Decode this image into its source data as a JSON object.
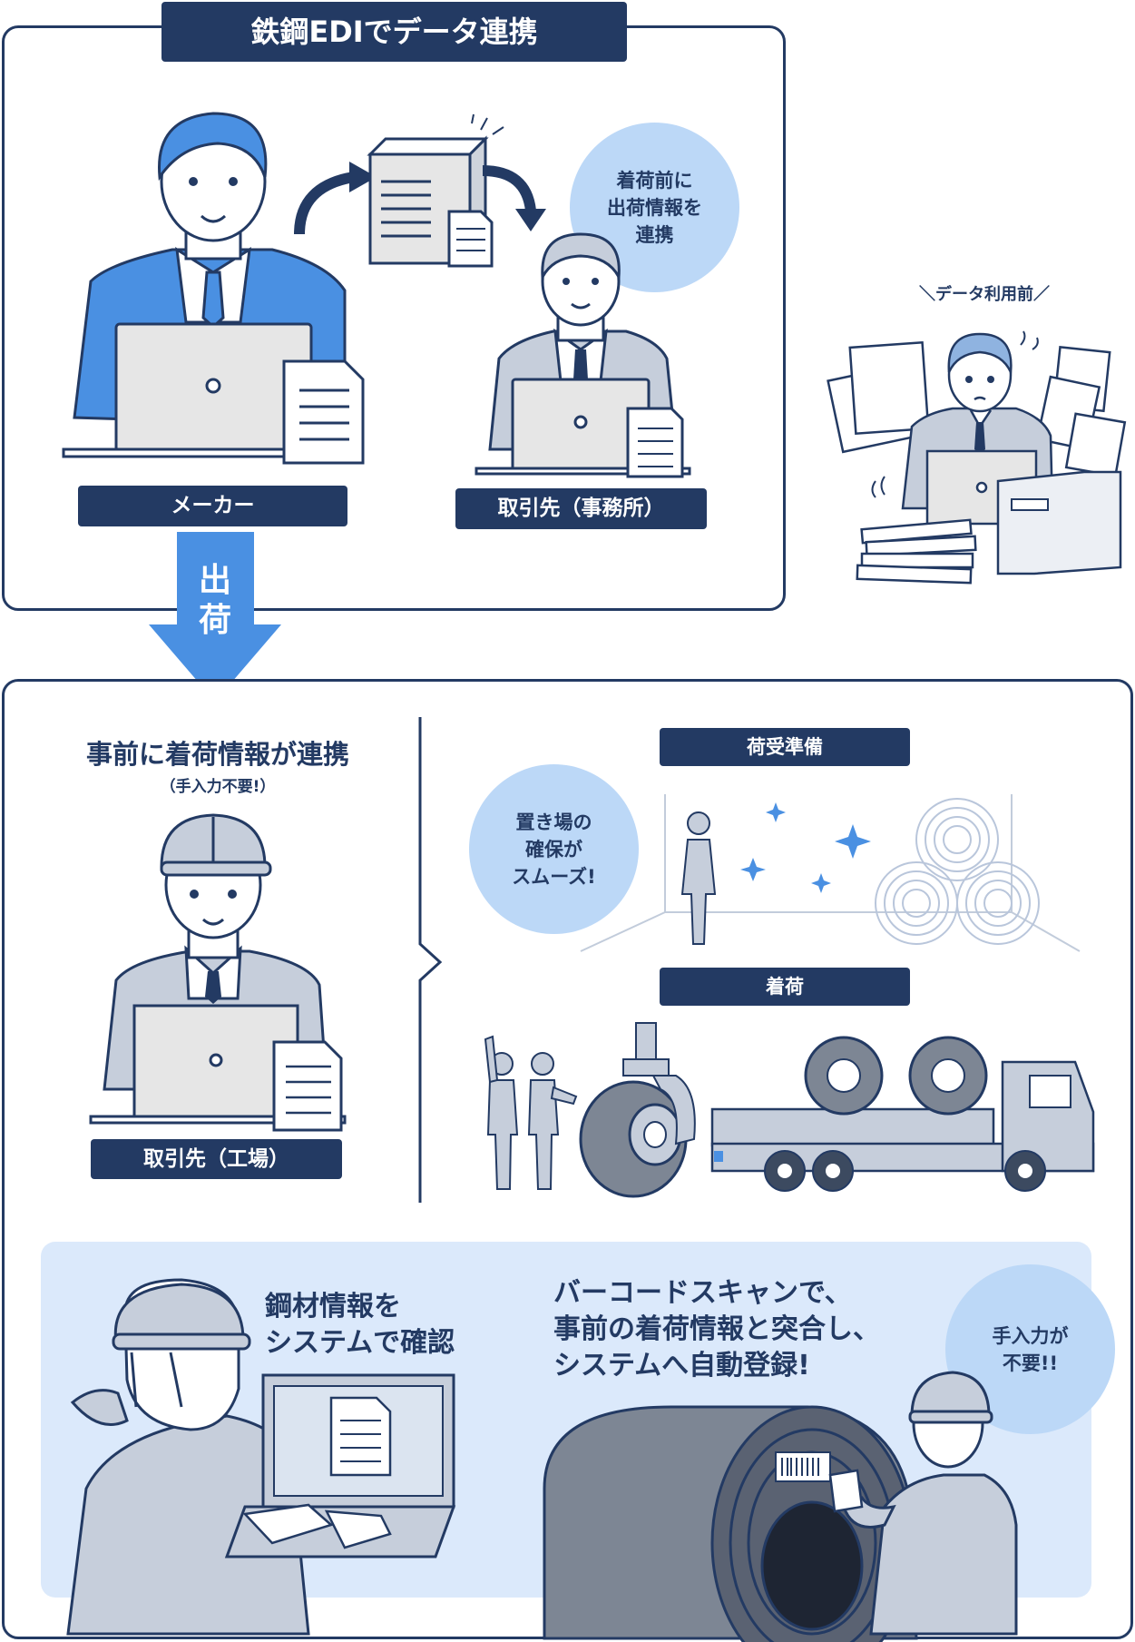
{
  "top_panel": {
    "title": "鉄鋼EDIでデータ連携",
    "maker_label": "メーカー",
    "client_office_label": "取引先（事務所）",
    "bubble_text": "着荷前に\n出荷情報を\n連携"
  },
  "side": {
    "caption": "＼データ利用前／"
  },
  "arrow": {
    "text": "出\n荷"
  },
  "bottom_panel": {
    "heading": "事前に着荷情報が連携",
    "subheading": "（手入力不要!）",
    "factory_label": "取引先（工場）",
    "prep_label": "荷受準備",
    "prep_bubble": "置き場の\n確保が\nスムーズ!",
    "arrival_label": "着荷"
  },
  "info_box": {
    "left_text": "鋼材情報を\nシステムで確認",
    "right_text": "バーコードスキャンで、\n事前の着荷情報と突合し、\nシステムへ自動登録!",
    "bubble_text": "手入力が\n不要!!"
  },
  "colors": {
    "navy": "#233a63",
    "light_blue": "#bcd8f7",
    "pale_blue": "#dbe9fb",
    "accent_blue": "#4a90e2",
    "grey_suit": "#b9c3d6"
  }
}
